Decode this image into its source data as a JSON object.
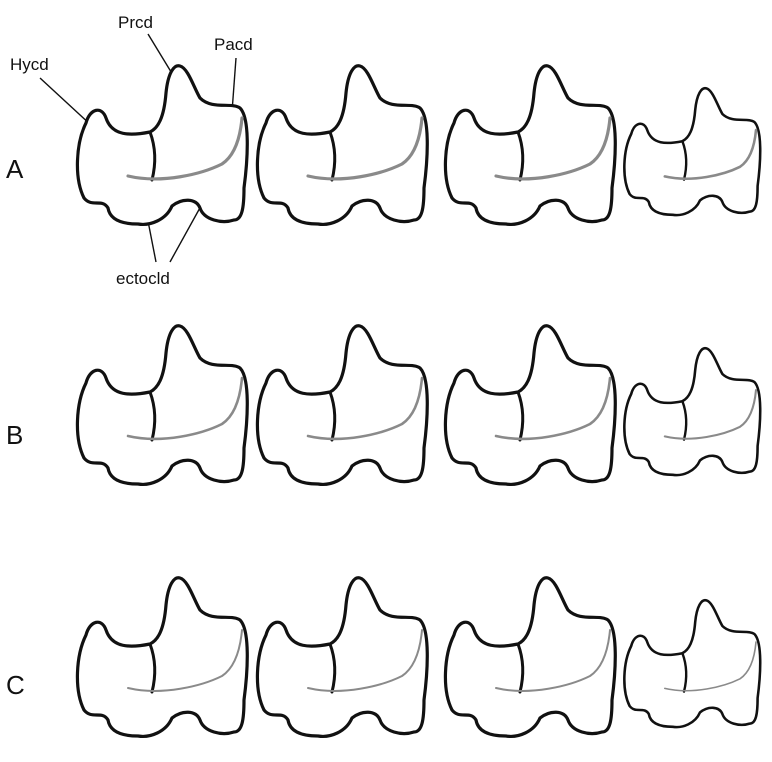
{
  "figure": {
    "rows": [
      {
        "label": "A",
        "teeth": [
          "tooth-1",
          "tooth-2",
          "tooth-3",
          "tooth-4"
        ]
      },
      {
        "label": "B",
        "teeth": [
          "tooth-1",
          "tooth-2",
          "tooth-3",
          "tooth-4"
        ]
      },
      {
        "label": "C",
        "teeth": [
          "tooth-1",
          "tooth-2",
          "tooth-3",
          "tooth-4"
        ]
      }
    ],
    "annotations": {
      "hycd": "Hycd",
      "prcd": "Prcd",
      "pacd": "Pacd",
      "ectocld": "ectocld"
    },
    "colors": {
      "outline": "#111111",
      "ectocristid": "#8a8a8a",
      "background": "#ffffff"
    }
  }
}
